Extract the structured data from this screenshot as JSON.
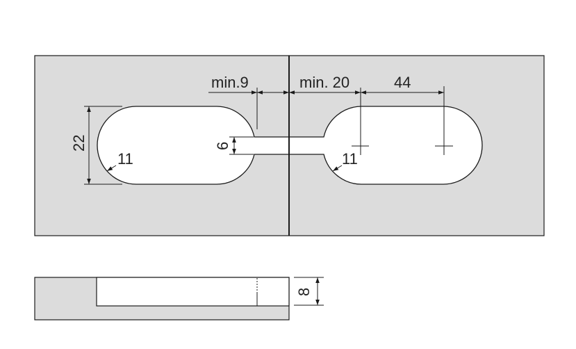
{
  "colors": {
    "plate": "#dcdcdc",
    "cutout": "#ffffff",
    "line": "#1a1a1a"
  },
  "top_view": {
    "dimensions": {
      "min_gap_left": "min.9",
      "min_gap_right": "min. 20",
      "hole_spacing": "44",
      "slot_height": "22",
      "channel_height": "6",
      "radius_left": "11",
      "radius_right": "11"
    }
  },
  "side_view": {
    "dimensions": {
      "depth": "8"
    }
  }
}
